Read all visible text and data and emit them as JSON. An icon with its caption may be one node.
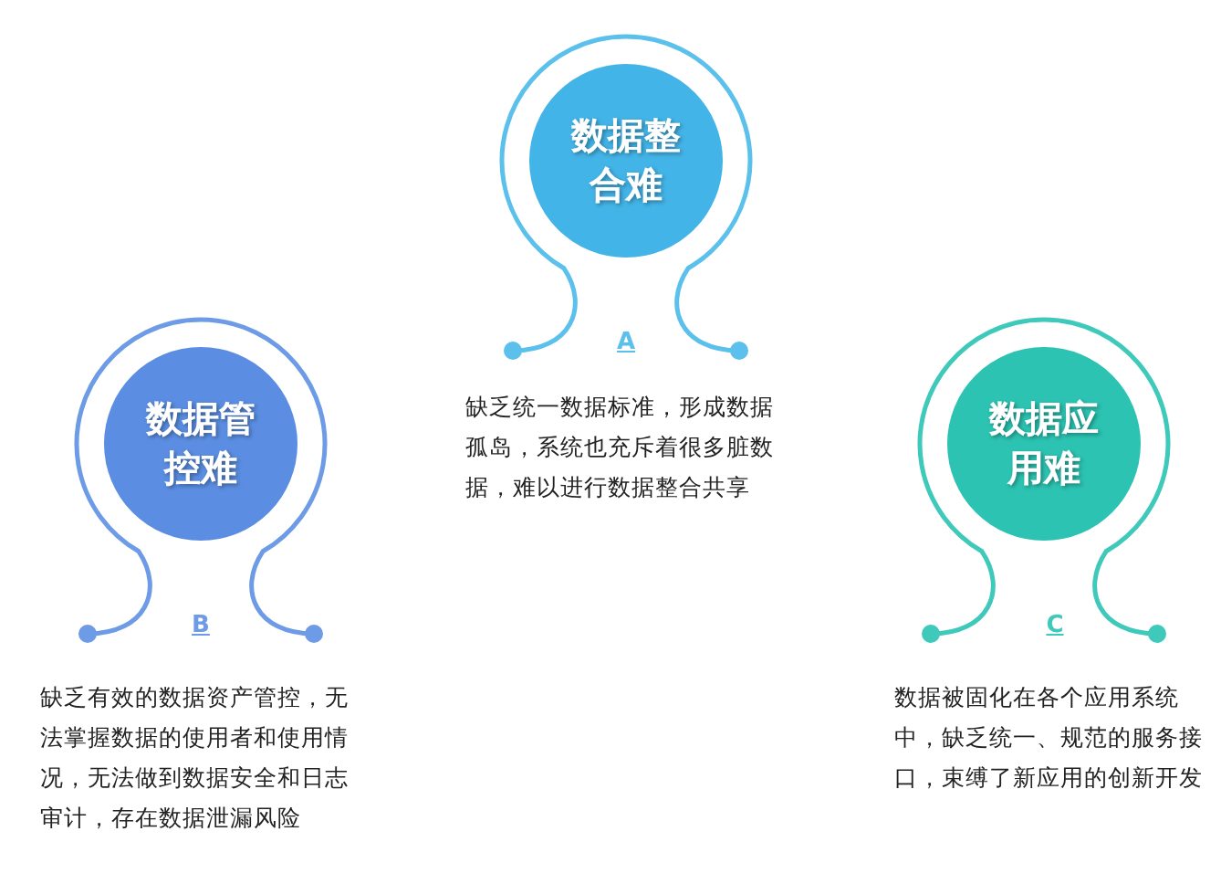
{
  "diagram": {
    "nodes": [
      {
        "text": [
          "数据整合难"
        ],
        "beside": [
          "A",
          "缺乏统一数据标准，形成数据孤岛，系统也充斥着很多脏数据，难以进行数据整合共享"
        ]
      },
      {
        "text": [
          "数据管控难"
        ],
        "beside": [
          "B",
          "缺乏有效的数据资产管控，无法掌握数据的使用者和使用情况，无法做到数据安全和日志审计，存在数据泄漏风险"
        ]
      },
      {
        "text": [
          "数据应用难"
        ],
        "beside": [
          "C",
          "数据被固化在各个应用系统中，缺乏统一、规范的服务接口，束缚了新应用的创新开发"
        ]
      }
    ]
  }
}
